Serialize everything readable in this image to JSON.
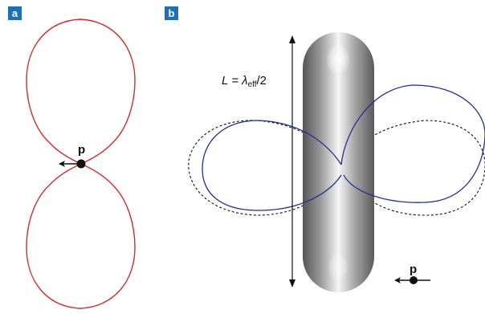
{
  "panels": {
    "a": {
      "label": "a",
      "dipole_label": "p"
    },
    "b": {
      "label": "b",
      "dipole_label": "p",
      "length_label_prefix": "L = ",
      "length_label_lambda": "λ",
      "length_label_sub": "eff",
      "length_label_suffix": "/2"
    }
  },
  "colors": {
    "pattern_a": "#d42b2b",
    "pattern_b_solid": "#1f2f96",
    "pattern_b_dashed": "#111111",
    "badge": "#1e6fb6",
    "rod_dark": "#5e5e5e",
    "rod_light": "#f4f4f4"
  }
}
